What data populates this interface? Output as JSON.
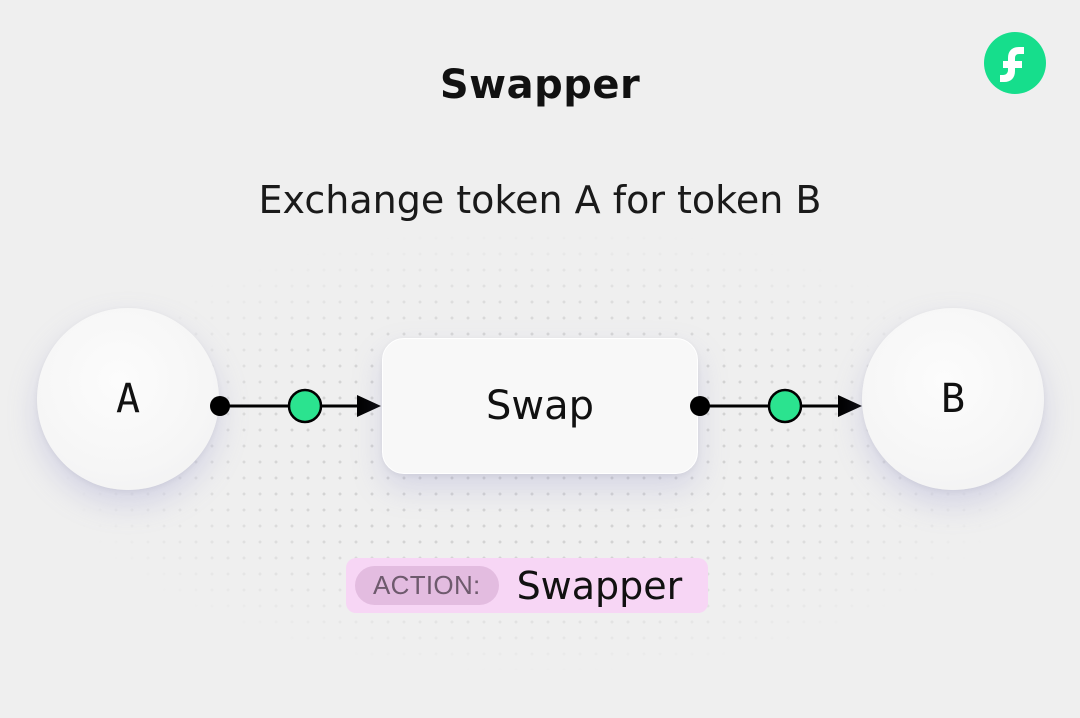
{
  "title": "Swapper",
  "subtitle": "Exchange token A for token B",
  "logo": {
    "icon": "flow-logo-icon",
    "color": "#16de8c"
  },
  "nodes": {
    "source": "A",
    "action": "Swap",
    "destination": "B"
  },
  "connectors": {
    "line_color": "#000000",
    "mid_dot_color": "#2be38f"
  },
  "tag": {
    "label": "ACTION:",
    "value": "Swapper",
    "background": "#f7d6f5"
  }
}
